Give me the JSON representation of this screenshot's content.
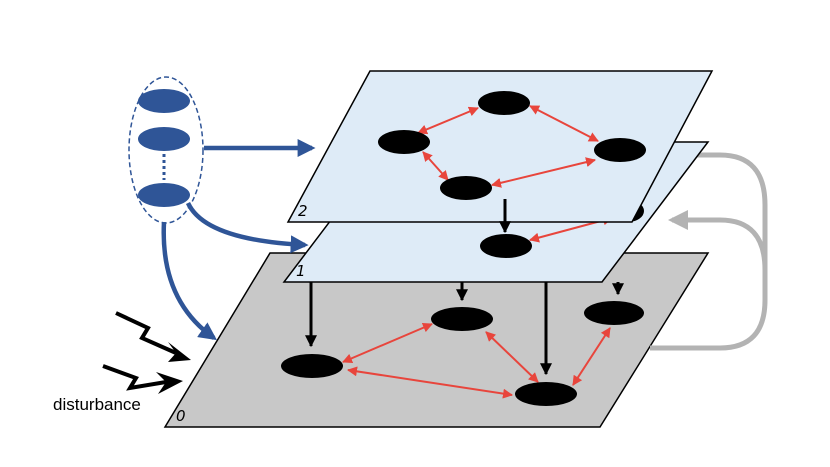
{
  "planes": {
    "top_label": "2",
    "middle_label": "1",
    "bottom_label": "0"
  },
  "caption": {
    "disturbance": "disturbance"
  },
  "colors": {
    "plane_light": "#deebf7",
    "plane_gray": "#c8c8c8",
    "node": "#000000",
    "red_edge": "#e8453c",
    "blue_arrow": "#2f5597",
    "feedback_arrow": "#b3b3b3",
    "controller_node": "#2f5597"
  }
}
